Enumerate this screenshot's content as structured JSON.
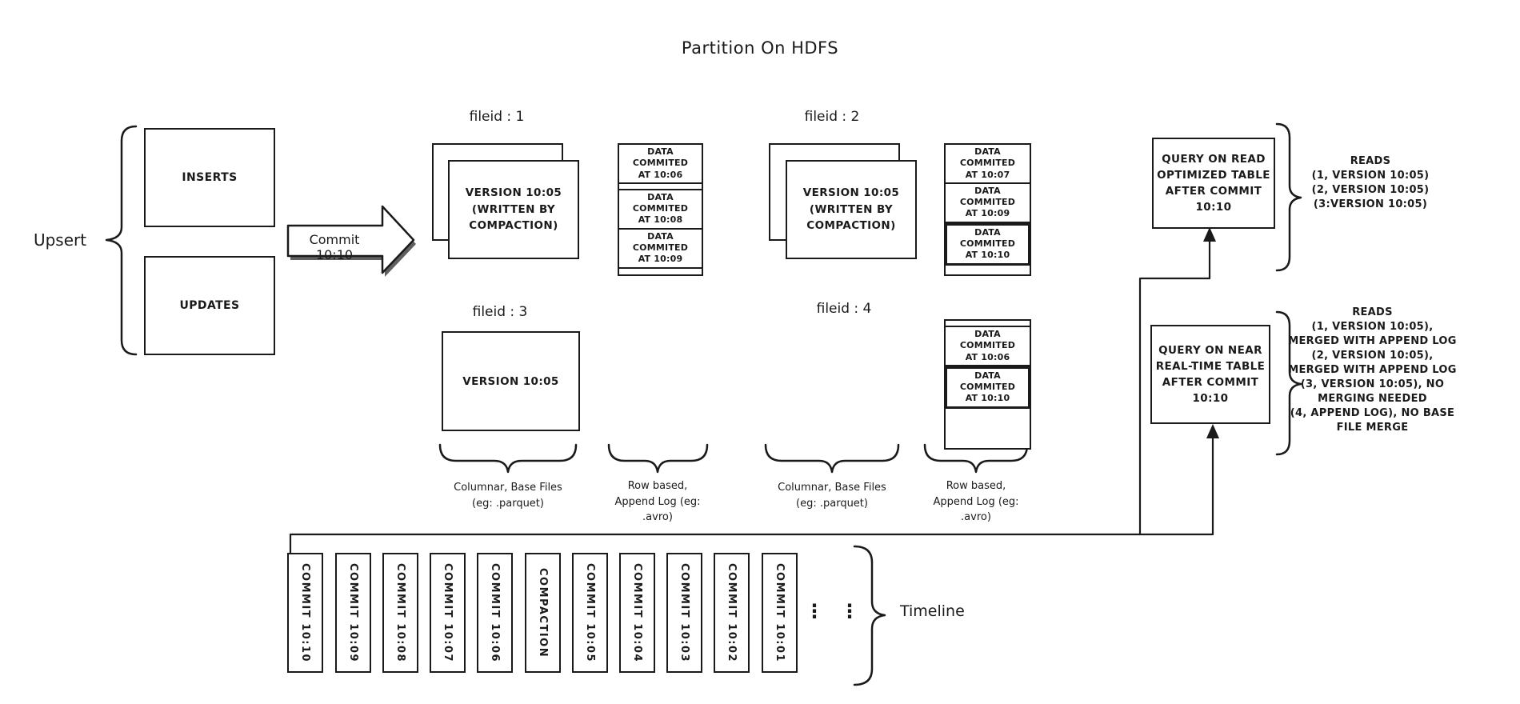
{
  "title": "Partition On HDFS",
  "left": {
    "upsert_label": "Upsert",
    "inserts": "INSERTS",
    "updates": "UPDATES",
    "commit_arrow": "Commit 10:10"
  },
  "file_groups": {
    "f1": {
      "label": "fileid : 1",
      "base": "VERSION 10:05\n(WRITTEN BY\nCOMPACTION)"
    },
    "f2": {
      "label": "fileid : 2",
      "base": "VERSION 10:05\n(WRITTEN BY\nCOMPACTION)"
    },
    "f3": {
      "label": "fileid : 3",
      "base": "VERSION 10:05"
    },
    "f4": {
      "label": "fileid : 4"
    }
  },
  "logs": {
    "log1": {
      "entries": [
        "DATA COMMITED\nAT 10:06",
        "DATA COMMITED\nAT 10:08",
        "DATA COMMITED\nAT 10:09"
      ]
    },
    "log2": {
      "entries": [
        "DATA COMMITED\nAT 10:07",
        "DATA COMMITED\nAT 10:09",
        "DATA COMMITED\nAT 10:10"
      ]
    },
    "log4": {
      "entries": [
        "DATA COMMITED\nAT 10:06",
        "DATA COMMITED\nAT 10:10"
      ]
    }
  },
  "brace_labels": {
    "columnar1": "Columnar, Base Files\n(eg: .parquet)",
    "rowbased1": "Row based,\nAppend Log  (eg:\n.avro)",
    "columnar2": "Columnar, Base Files\n(eg: .parquet)",
    "rowbased2": "Row based,\nAppend Log  (eg:\n.avro)"
  },
  "queries": {
    "read_optimized": {
      "box": "QUERY ON READ\nOPTIMIZED TABLE\nAFTER COMMIT\n10:10",
      "reads": "READS\n(1, VERSION 10:05)\n(2, VERSION 10:05)\n(3:VERSION 10:05)"
    },
    "near_real_time": {
      "box": "QUERY ON NEAR\nREAL-TIME TABLE\nAFTER COMMIT\n10:10",
      "reads": "READS\n(1, VERSION 10:05),\nMERGED WITH APPEND LOG\n(2, VERSION 10:05),\nMERGED WITH APPEND LOG\n(3, VERSION 10:05), NO\nMERGING NEEDED\n(4, APPEND LOG), NO BASE\nFILE MERGE"
    }
  },
  "timeline": {
    "label": "Timeline",
    "ellipsis": "⋮",
    "entries": [
      "COMMIT 10:10",
      "COMMIT 10:09",
      "COMMIT 10:08",
      "COMMIT 10:07",
      "COMMIT 10:06",
      "COMPACTION",
      "COMMIT 10:05",
      "COMMIT 10:04",
      "COMMIT 10:03",
      "COMMIT 10:02",
      "COMMIT 10:01"
    ]
  },
  "colors": {
    "stroke": "#1a1a1a",
    "background": "#ffffff"
  }
}
